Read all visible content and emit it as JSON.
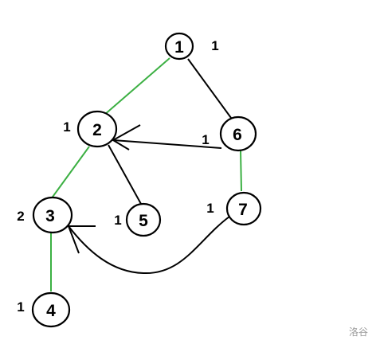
{
  "graph": {
    "nodes": [
      {
        "id": "1",
        "label": "1",
        "weight": "1"
      },
      {
        "id": "2",
        "label": "2",
        "weight": "1"
      },
      {
        "id": "3",
        "label": "3",
        "weight": "2"
      },
      {
        "id": "4",
        "label": "4",
        "weight": "1"
      },
      {
        "id": "5",
        "label": "5",
        "weight": "1"
      },
      {
        "id": "6",
        "label": "6",
        "weight": "1"
      },
      {
        "id": "7",
        "label": "7",
        "weight": "1"
      }
    ],
    "edges": [
      {
        "from": "1",
        "to": "2",
        "color": "#3cb043",
        "directed": false
      },
      {
        "from": "2",
        "to": "3",
        "color": "#3cb043",
        "directed": false
      },
      {
        "from": "3",
        "to": "4",
        "color": "#3cb043",
        "directed": false
      },
      {
        "from": "6",
        "to": "7",
        "color": "#3cb043",
        "directed": false
      },
      {
        "from": "1",
        "to": "6",
        "color": "#000000",
        "directed": false
      },
      {
        "from": "2",
        "to": "5",
        "color": "#000000",
        "directed": false
      },
      {
        "from": "6",
        "to": "2",
        "color": "#000000",
        "directed": true
      },
      {
        "from": "7",
        "to": "3",
        "color": "#000000",
        "directed": true
      }
    ]
  },
  "watermark": "洛谷"
}
